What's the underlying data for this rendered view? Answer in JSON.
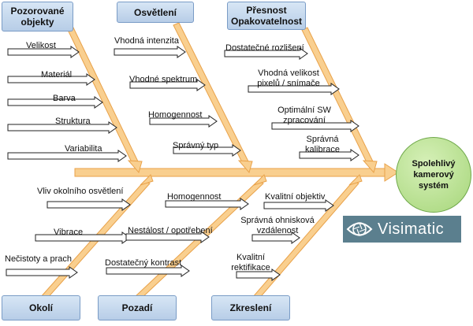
{
  "effect": {
    "label": "Spolehlivý kamerový systém"
  },
  "logo": {
    "text": "Visimatic"
  },
  "categories": {
    "pozorovane_objekty": "Pozorované objekty",
    "osvetleni": "Osvětlení",
    "presnost": "Přesnost Opakovatelnost",
    "okoli": "Okolí",
    "pozadi": "Pozadí",
    "zkresleni": "Zkreslení"
  },
  "causes": {
    "pozorovane_objekty": [
      "Velikost",
      "Materiál",
      "Barva",
      "Struktura",
      "Variabilita"
    ],
    "osvetleni": [
      "Vhodná intenzita",
      "Vhodné spektrum",
      "Homogennost",
      "Správný typ"
    ],
    "presnost": [
      "Dostatečné rozlišení",
      "Vhodná velikost pixelů / snímače",
      "Optimální SW zpracování",
      "Správná kalibrace"
    ],
    "okoli": [
      "Vliv okolního osvětlení",
      "Vibrace",
      "Nečistoty a prach"
    ],
    "pozadi": [
      "Homogennost",
      "Nestálost / opotřebení",
      "Dostatečný kontrast"
    ],
    "zkresleni": [
      "Kvalitní objektiv",
      "Správná ohnisková vzdálenost",
      "Kvalitní rektifikace"
    ]
  },
  "colors": {
    "bone_arrow": "#f9cf8f",
    "bone_stroke": "#e9a24a",
    "cause_arrow_stroke": "#222222",
    "category_fill": "#c6d9ee",
    "effect_fill": "#b5de8a"
  }
}
